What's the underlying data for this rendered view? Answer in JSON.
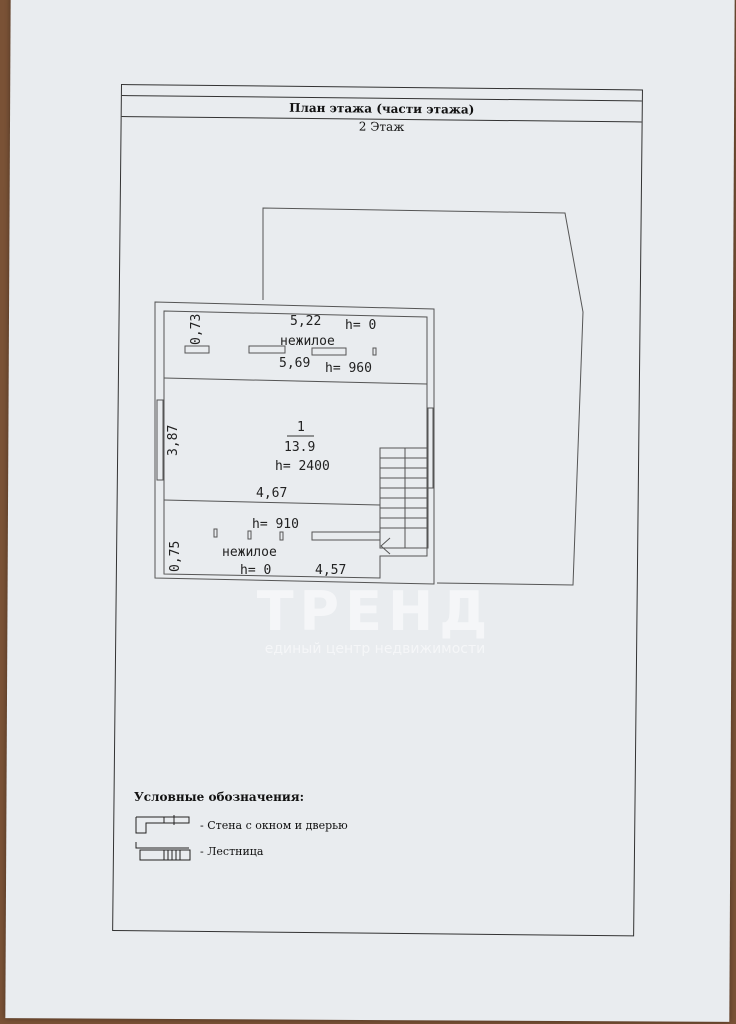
{
  "document": {
    "title": "План этажа (части этажа)",
    "floor": "2 Этаж"
  },
  "plan": {
    "top_room": {
      "width": "5,22",
      "h": "h= 0",
      "type": "нежилое",
      "width2": "5,69",
      "h2": "h= 960",
      "depth": "0,73"
    },
    "main_room": {
      "number": "1",
      "area": "13.9",
      "h": "h= 2400",
      "side": "3,87",
      "width": "4,67"
    },
    "bottom_room": {
      "h": "h= 910",
      "type": "нежилое",
      "h2": "h= 0",
      "width": "4,57",
      "depth": "0,75"
    }
  },
  "legend": {
    "title": "Условные обозначения:",
    "items": [
      {
        "icon": "wall-window-door-icon",
        "label": "- Стена с окном и дверью"
      },
      {
        "icon": "staircase-icon",
        "label": "- Лестница"
      }
    ]
  },
  "watermark": {
    "brand": "ТРЕНД",
    "tagline": "единый центр недвижимости"
  }
}
